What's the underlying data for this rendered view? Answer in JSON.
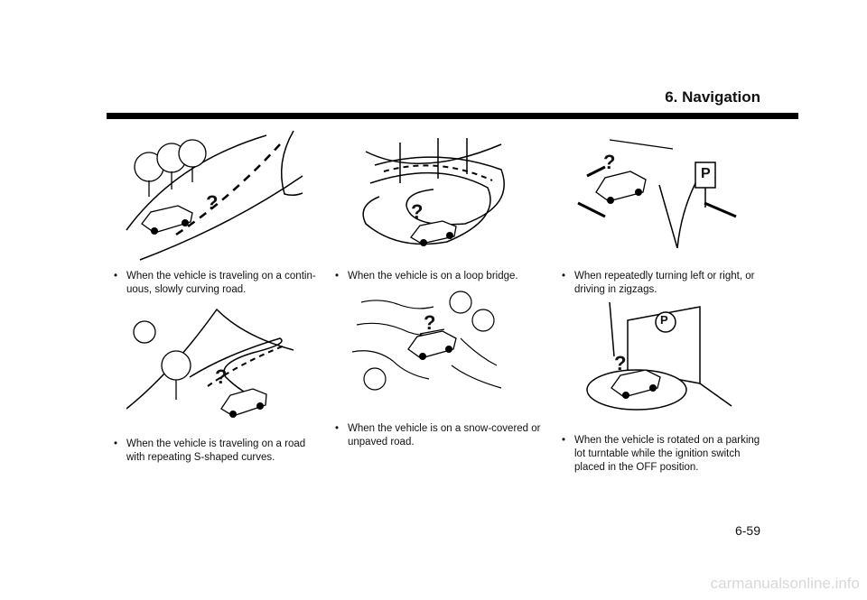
{
  "header": {
    "section": "6. Navigation"
  },
  "captions": [
    "When the vehicle is traveling on a contin- uous, slowly curving road.",
    "When the vehicle is traveling on a road with repeating S-shaped curves.",
    "When the vehicle is on a loop bridge.",
    "When the vehicle is on a snow-covered or unpaved road.",
    "When repeatedly turning left or right, or driving in zigzags.",
    "When the vehicle is rotated on a parking lot turntable while the ignition switch placed in the OFF position."
  ],
  "illustration_text": {
    "question_mark": "?",
    "parking_sign": "P"
  },
  "footer": {
    "page_number": "6-59",
    "watermark": "carmanualsonline.info"
  }
}
